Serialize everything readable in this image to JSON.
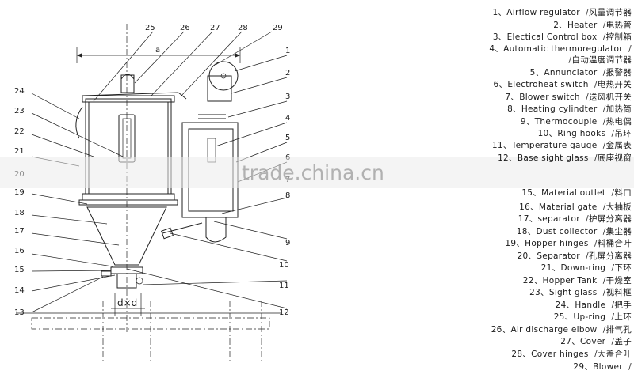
{
  "diagram": {
    "callouts": [
      "25",
      "26",
      "27",
      "28",
      "29",
      "1",
      "2",
      "3",
      "4",
      "5",
      "6",
      "7",
      "8",
      "9",
      "10",
      "11",
      "12",
      "13",
      "14",
      "15",
      "16",
      "17",
      "18",
      "19",
      "20",
      "21",
      "22",
      "23",
      "24"
    ],
    "dimension_a": "a",
    "dimension_dxd": "d×d"
  },
  "parts": [
    {
      "label": "1、Airflow regulator",
      "cn": "风量调节器"
    },
    {
      "label": "2、Heater",
      "cn": "电热管"
    },
    {
      "label": "3、Electical Control box",
      "cn": "控制箱"
    },
    {
      "label": "4、Automatic thermoregulator",
      "cn": ""
    },
    {
      "label": "",
      "cn": "自动温度调节器"
    },
    {
      "label": "5、Annunciator",
      "cn": "报警器"
    },
    {
      "label": "6、Electroheat switch",
      "cn": "电热开关"
    },
    {
      "label": "7、Blower switch",
      "cn": "送风机开关"
    },
    {
      "label": "8、Heating cylindter",
      "cn": "加热筒"
    },
    {
      "label": "9、Thermocouple",
      "cn": "热电偶"
    },
    {
      "label": "10、Ring hooks",
      "cn": "吊环"
    },
    {
      "label": "11、Temperature gauge",
      "cn": "金属表"
    },
    {
      "label": "12、Base sight glass",
      "cn": "底座视窗"
    },
    {
      "label": "15、Material outlet",
      "cn": "料口"
    },
    {
      "label": "16、Material gate",
      "cn": "大抽板"
    },
    {
      "label": "17、separator",
      "cn": "护屏分离器"
    },
    {
      "label": "18、Dust collector",
      "cn": "集尘器"
    },
    {
      "label": "19、Hopper hinges",
      "cn": "料桶合叶"
    },
    {
      "label": "20、Separator",
      "cn": "孔屏分离器"
    },
    {
      "label": "21、Down-ring",
      "cn": "下环"
    },
    {
      "label": "22、Hopper Tank",
      "cn": "干燥室"
    },
    {
      "label": "23、Sight glass",
      "cn": "视料框"
    },
    {
      "label": "24、Handle",
      "cn": "把手"
    },
    {
      "label": "25、Up-ring",
      "cn": "上环"
    },
    {
      "label": "26、Air discharge elbow",
      "cn": "排气孔"
    },
    {
      "label": "27、Cover",
      "cn": "盖子"
    },
    {
      "label": "28、Cover hinges",
      "cn": "大盖合叶"
    },
    {
      "label": "29、Blower",
      "cn": ""
    }
  ],
  "watermark": "trade.china.cn"
}
